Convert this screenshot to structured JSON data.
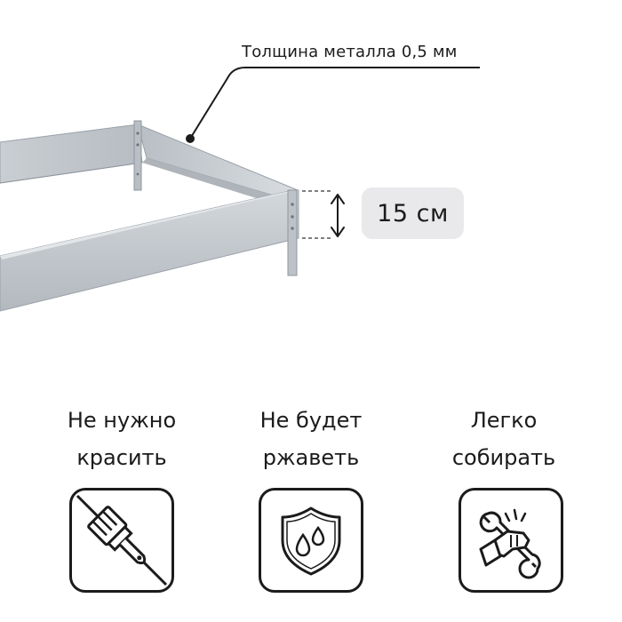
{
  "callout": {
    "thickness_label": "Толщина металла 0,5 мм"
  },
  "dimension": {
    "height_label": "15 см"
  },
  "features": [
    {
      "line1": "Не нужно",
      "line2": "красить",
      "icon": "no-paint-brush-icon"
    },
    {
      "line1": "Не будет",
      "line2": "ржаветь",
      "icon": "water-shield-icon"
    },
    {
      "line1": "Легко",
      "line2": "собирать",
      "icon": "wrench-hand-icon"
    }
  ],
  "colors": {
    "text": "#1b1b1b",
    "badge_bg": "#e9e9eb",
    "metal": "#c3c8cd"
  }
}
